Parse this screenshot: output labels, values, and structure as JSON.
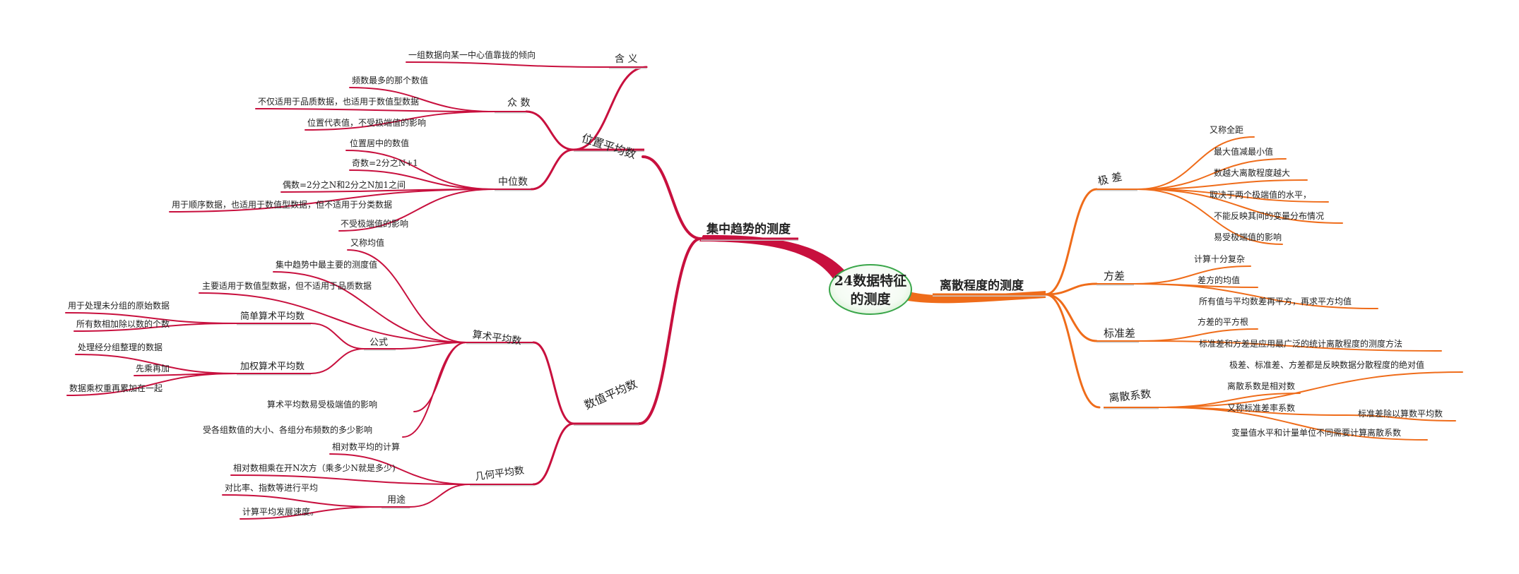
{
  "colors": {
    "left_branch": "#c8103e",
    "right_branch": "#ef6c1a",
    "center_text": "#d4102e",
    "center_stroke": "#3aa64a",
    "label": "#222222"
  },
  "center": {
    "line1": "24数据特征",
    "line2": "的测度"
  },
  "left": {
    "title": "集中趋势的测度",
    "position_avg": {
      "title": "位置平均数",
      "meaning": {
        "label": "含 义",
        "items": [
          "一组数据向某一中心值靠拢的倾向"
        ]
      },
      "mode": {
        "label": "众 数",
        "items": [
          "频数最多的那个数值",
          "不仅适用于品质数据，也适用于数值型数据",
          "位置代表值，不受极端值的影响"
        ]
      },
      "median": {
        "label": "中位数",
        "items": [
          "位置居中的数值",
          "奇数=2分之N+1",
          "偶数=2分之N和2分之N加1之间",
          "用于顺序数据，也适用于数值型数据，但不适用于分类数据",
          "不受极端值的影响"
        ]
      }
    },
    "numeric_avg": {
      "title": "数值平均数",
      "arith": {
        "label": "算术平均数",
        "items_top": [
          "又称均值",
          "集中趋势中最主要的测度值",
          "主要适用于数值型数据，但不适用于品质数据"
        ],
        "formula": {
          "label": "公式",
          "simple": {
            "label": "简单算术平均数",
            "items": [
              "用于处理未分组的原始数据",
              "所有数相加除以数的个数"
            ]
          },
          "weighted": {
            "label": "加权算术平均数",
            "items": [
              "处理经分组整理的数据",
              "先乘再加",
              "数据乘权重再累加在一起"
            ]
          }
        },
        "items_bottom": [
          "算术平均数易受极端值的影响",
          "受各组数值的大小、各组分布频数的多少影响"
        ]
      },
      "geo": {
        "label": "几何平均数",
        "items": [
          "相对数平均的计算",
          "相对数相乘在开N次方（乘多少N就是多少)"
        ],
        "usage": {
          "label": "用途",
          "items": [
            "对比率、指数等进行平均",
            "计算平均发展速度。"
          ]
        }
      }
    }
  },
  "right": {
    "title": "离散程度的测度",
    "range": {
      "label": "极 差",
      "items": [
        "又称全距",
        "最大值减最小值",
        "数越大离散程度越大",
        "取决于两个极端值的水平，",
        "不能反映其间的变量分布情况",
        "易受极端值的影响"
      ]
    },
    "variance": {
      "label": "方差",
      "items": [
        "计算十分复杂",
        "差方的均值",
        "所有值与平均数差再平方，再求平方均值"
      ]
    },
    "stddev": {
      "label": "标准差",
      "items": [
        "方差的平方根",
        "标准差和方差是应用最广泛的统计离散程度的测度方法"
      ]
    },
    "cv": {
      "label": "离散系数",
      "items": [
        "极差、标准差、方差都是反映数据分散程度的绝对值",
        "离散系数是相对数",
        "又称标准差率系数",
        "变量值水平和计量单位不同需要计算离散系数"
      ],
      "sub": "标准差除以算数平均数"
    }
  }
}
